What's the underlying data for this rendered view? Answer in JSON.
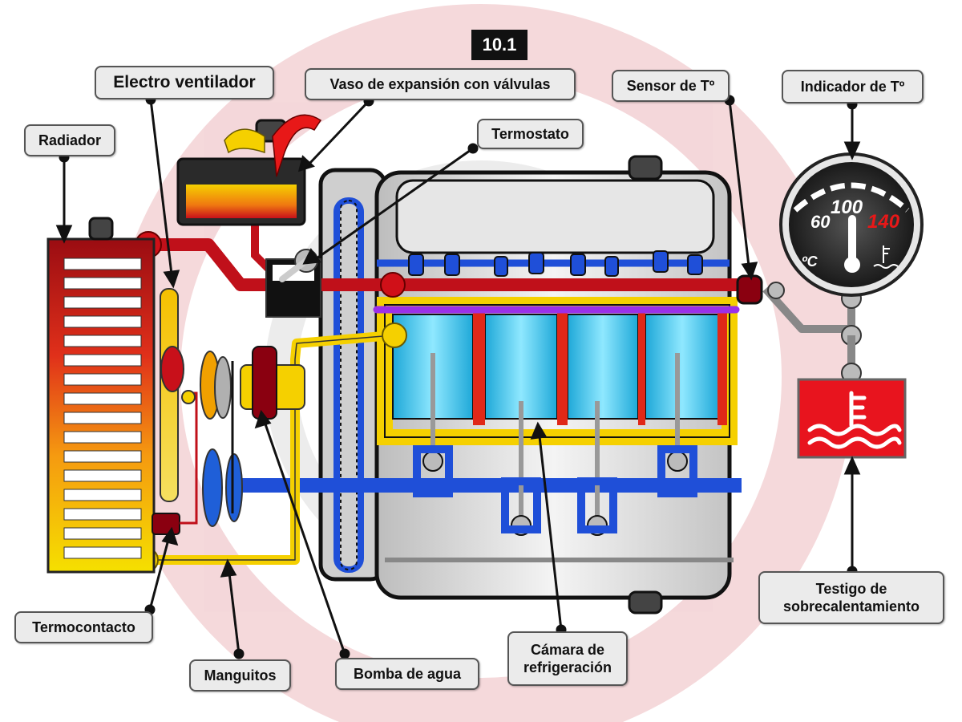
{
  "figure_number": "10.1",
  "labels": {
    "radiador": "Radiador",
    "electro_ventilador": "Electro ventilador",
    "vaso_expansion": "Vaso de expansión con válvulas",
    "termostato": "Termostato",
    "sensor_temp": "Sensor de Tº",
    "indicador_temp": "Indicador de Tº",
    "termocontacto": "Termocontacto",
    "manguitos": "Manguitos",
    "bomba_agua": "Bomba de agua",
    "camara_line1": "Cámara de",
    "camara_line2": "refrigeración",
    "testigo_line1": "Testigo de",
    "testigo_line2": "sobrecalentamiento"
  },
  "gauge": {
    "mark_60": "60",
    "mark_100": "100",
    "mark_140": "140",
    "unit": "ºC"
  },
  "colors": {
    "hot": "#c0101a",
    "warm": "#f5d000",
    "cold_circuit": "#1f4fd8",
    "warning_lamp": "#e8141e",
    "cylinder": "#35c8e8"
  }
}
